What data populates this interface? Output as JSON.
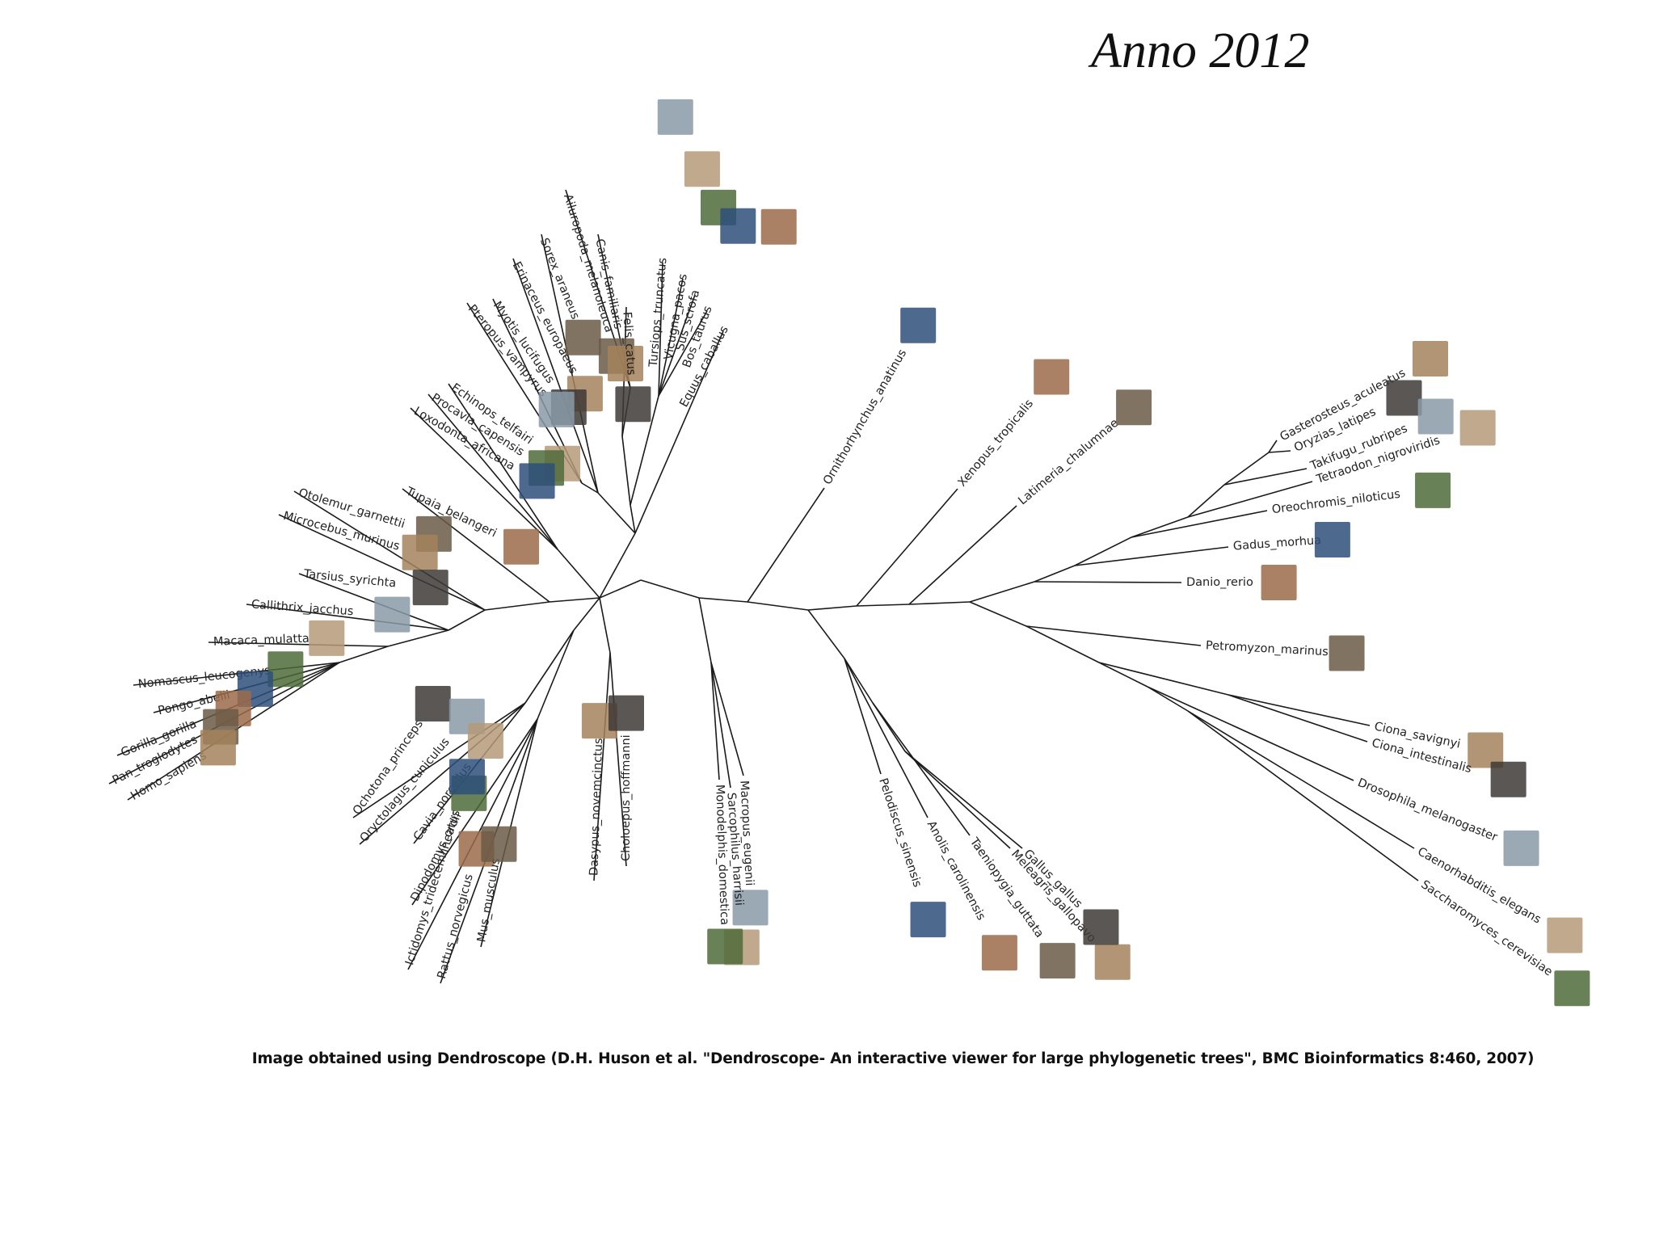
{
  "title": "Anno 2012",
  "caption": "Image obtained using Dendroscope (D.H. Huson et al. \"Dendroscope- An interactive viewer for large phylogenetic trees\", BMC Bioinformatics 8:460, 2007)",
  "colors": {
    "line": "#1a1a1a",
    "text": "#222222",
    "background": "#ffffff"
  },
  "taxa": [
    "Ailuropoda_melanoleuca",
    "Canis_familiaris",
    "Felis_catus",
    "Tursiops_truncatus",
    "Vicugna_pacos",
    "Sus_scrofa",
    "Bos_taurus",
    "Equus_caballus",
    "Sorex_araneus",
    "Erinaceus_europaeus",
    "Myotis_lucifugus",
    "Pteropus_vampyrus",
    "Echinops_telfairi",
    "Procavia_capensis",
    "Loxodonta_africana",
    "Tupaia_belangeri",
    "Otolemur_garnettii",
    "Microcebus_murinus",
    "Tarsius_syrichta",
    "Callithrix_jacchus",
    "Macaca_mulatta",
    "Nomascus_leucogenys",
    "Pongo_abelii",
    "Gorilla_gorilla",
    "Pan_troglodytes",
    "Homo_sapiens",
    "Ochotona_princeps",
    "Oryctolagus_cuniculus",
    "Cavia_porcellus",
    "Dipodomys_ordii",
    "Ictidomys_tridecemlineatus",
    "Rattus_norvegicus",
    "Mus_musculus",
    "Dasypus_novemcinctus",
    "Choloepus_hoffmanni",
    "Macropus_eugenii",
    "Sarcophilus_harrisii",
    "Monodelphis_domestica",
    "Ornithorhynchus_anatinus",
    "Xenopus_tropicalis",
    "Latimeria_chalumnae",
    "Gasterosteus_aculeatus",
    "Oryzias_latipes",
    "Takifugu_rubripes",
    "Tetraodon_nigroviridis",
    "Oreochromis_niloticus",
    "Gadus_morhua",
    "Danio_rerio",
    "Petromyzon_marinus",
    "Ciona_savignyi",
    "Ciona_intestinalis",
    "Drosophila_melanogaster",
    "Caenorhabditis_elegans",
    "Saccharomyces_cerevisiae",
    "Pelodiscus_sinensis",
    "Anolis_carolinensis",
    "Taeniopygia_guttata",
    "Meleagris_gallopavo",
    "Gallus_gallus"
  ]
}
